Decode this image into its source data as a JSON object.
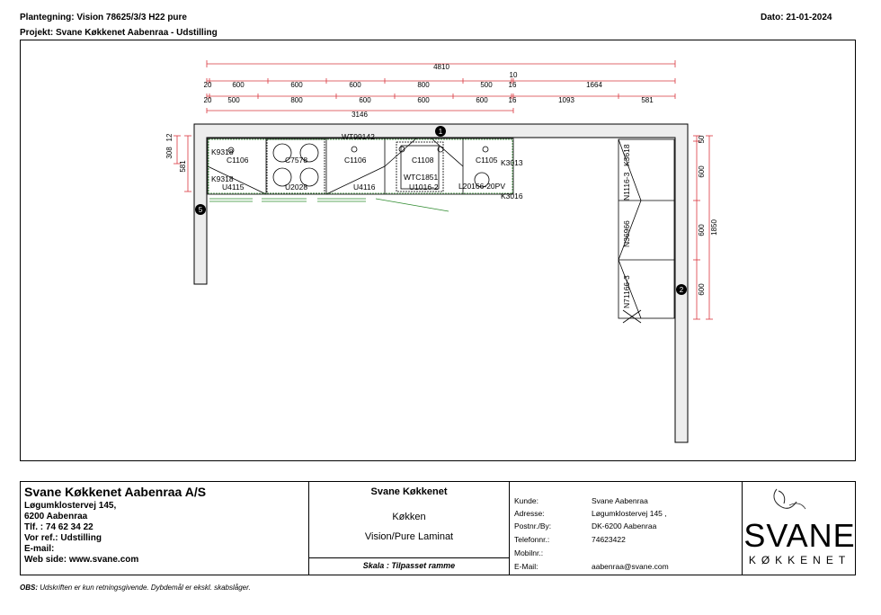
{
  "header": {
    "plan_label": "Plantegning:  Vision 78625/3/3 H22 pure",
    "project_label": "Projekt: Svane Køkkenet Aabenraa - Udstilling",
    "date_label": "Dato: 21-01-2024"
  },
  "plan": {
    "dimensions": {
      "total": "4810",
      "row1": [
        "20",
        "600",
        "600",
        "600",
        "800",
        "500",
        "16",
        "1664"
      ],
      "row1_extra": "10",
      "row2": [
        "20",
        "500",
        "800",
        "600",
        "600",
        "600",
        "16",
        "1093",
        "581"
      ],
      "row3": "3146",
      "left_vertical": [
        "308",
        "12",
        "581"
      ],
      "right_vertical": [
        "50",
        "600",
        "600",
        "600",
        "1850"
      ]
    },
    "markers": [
      "1",
      "2",
      "5"
    ],
    "top_labels": {
      "wall_cab": "WT99142",
      "k9318a": "K9318",
      "c1106a": "C1106",
      "c7578": "C7578",
      "c1106b": "C1106",
      "c1108": "C1108",
      "c1105": "C1105",
      "k3013": "K3013",
      "k9318b": "K9318",
      "u4115": "U4115",
      "u2028": "U2028",
      "u4116": "U4116",
      "wtc": "WTC1851",
      "u1016": "U1016-2",
      "l2016": "L20166-20PV",
      "k3016": "K3016"
    },
    "side_labels": [
      "N1116-3",
      "K3618",
      "N36966",
      "N71166-3"
    ]
  },
  "title_block": {
    "company": {
      "name": "Svane Køkkenet Aabenraa A/S",
      "lines": [
        "Løgumklostervej 145,",
        "6200  Aabenraa",
        "Tlf. : 74 62 34 22",
        "Vor ref.: Udstilling",
        "E-mail:",
        "Web side: www.svane.com"
      ]
    },
    "middle": {
      "heading": "Svane Køkkenet",
      "room": "Køkken",
      "model": "Vision/Pure Laminat",
      "scale": "Skala : Tilpasset ramme"
    },
    "customer": {
      "labels": [
        "Kunde:",
        "Adresse:",
        "Postnr./By:",
        "Telefonnr.:",
        "Mobilnr.:",
        "E-Mail:"
      ],
      "values": [
        "Svane Aabenraa",
        "Løgumklostervej 145 ,",
        "DK-6200 Aabenraa",
        "74623422",
        "",
        "aabenraa@svane.com"
      ]
    },
    "logo": {
      "word": "SVANE",
      "sub": "KØKKENET"
    }
  },
  "footer": {
    "obs_label": "OBS:",
    "obs_text": " Udskriften er kun retningsgivende. Dybdemål er ekskl. skabslåger."
  },
  "colors": {
    "dimension": "#d9363e",
    "outline": "#000000",
    "worktop_green": "#2e8b2e",
    "wall_fill": "#ededed"
  }
}
